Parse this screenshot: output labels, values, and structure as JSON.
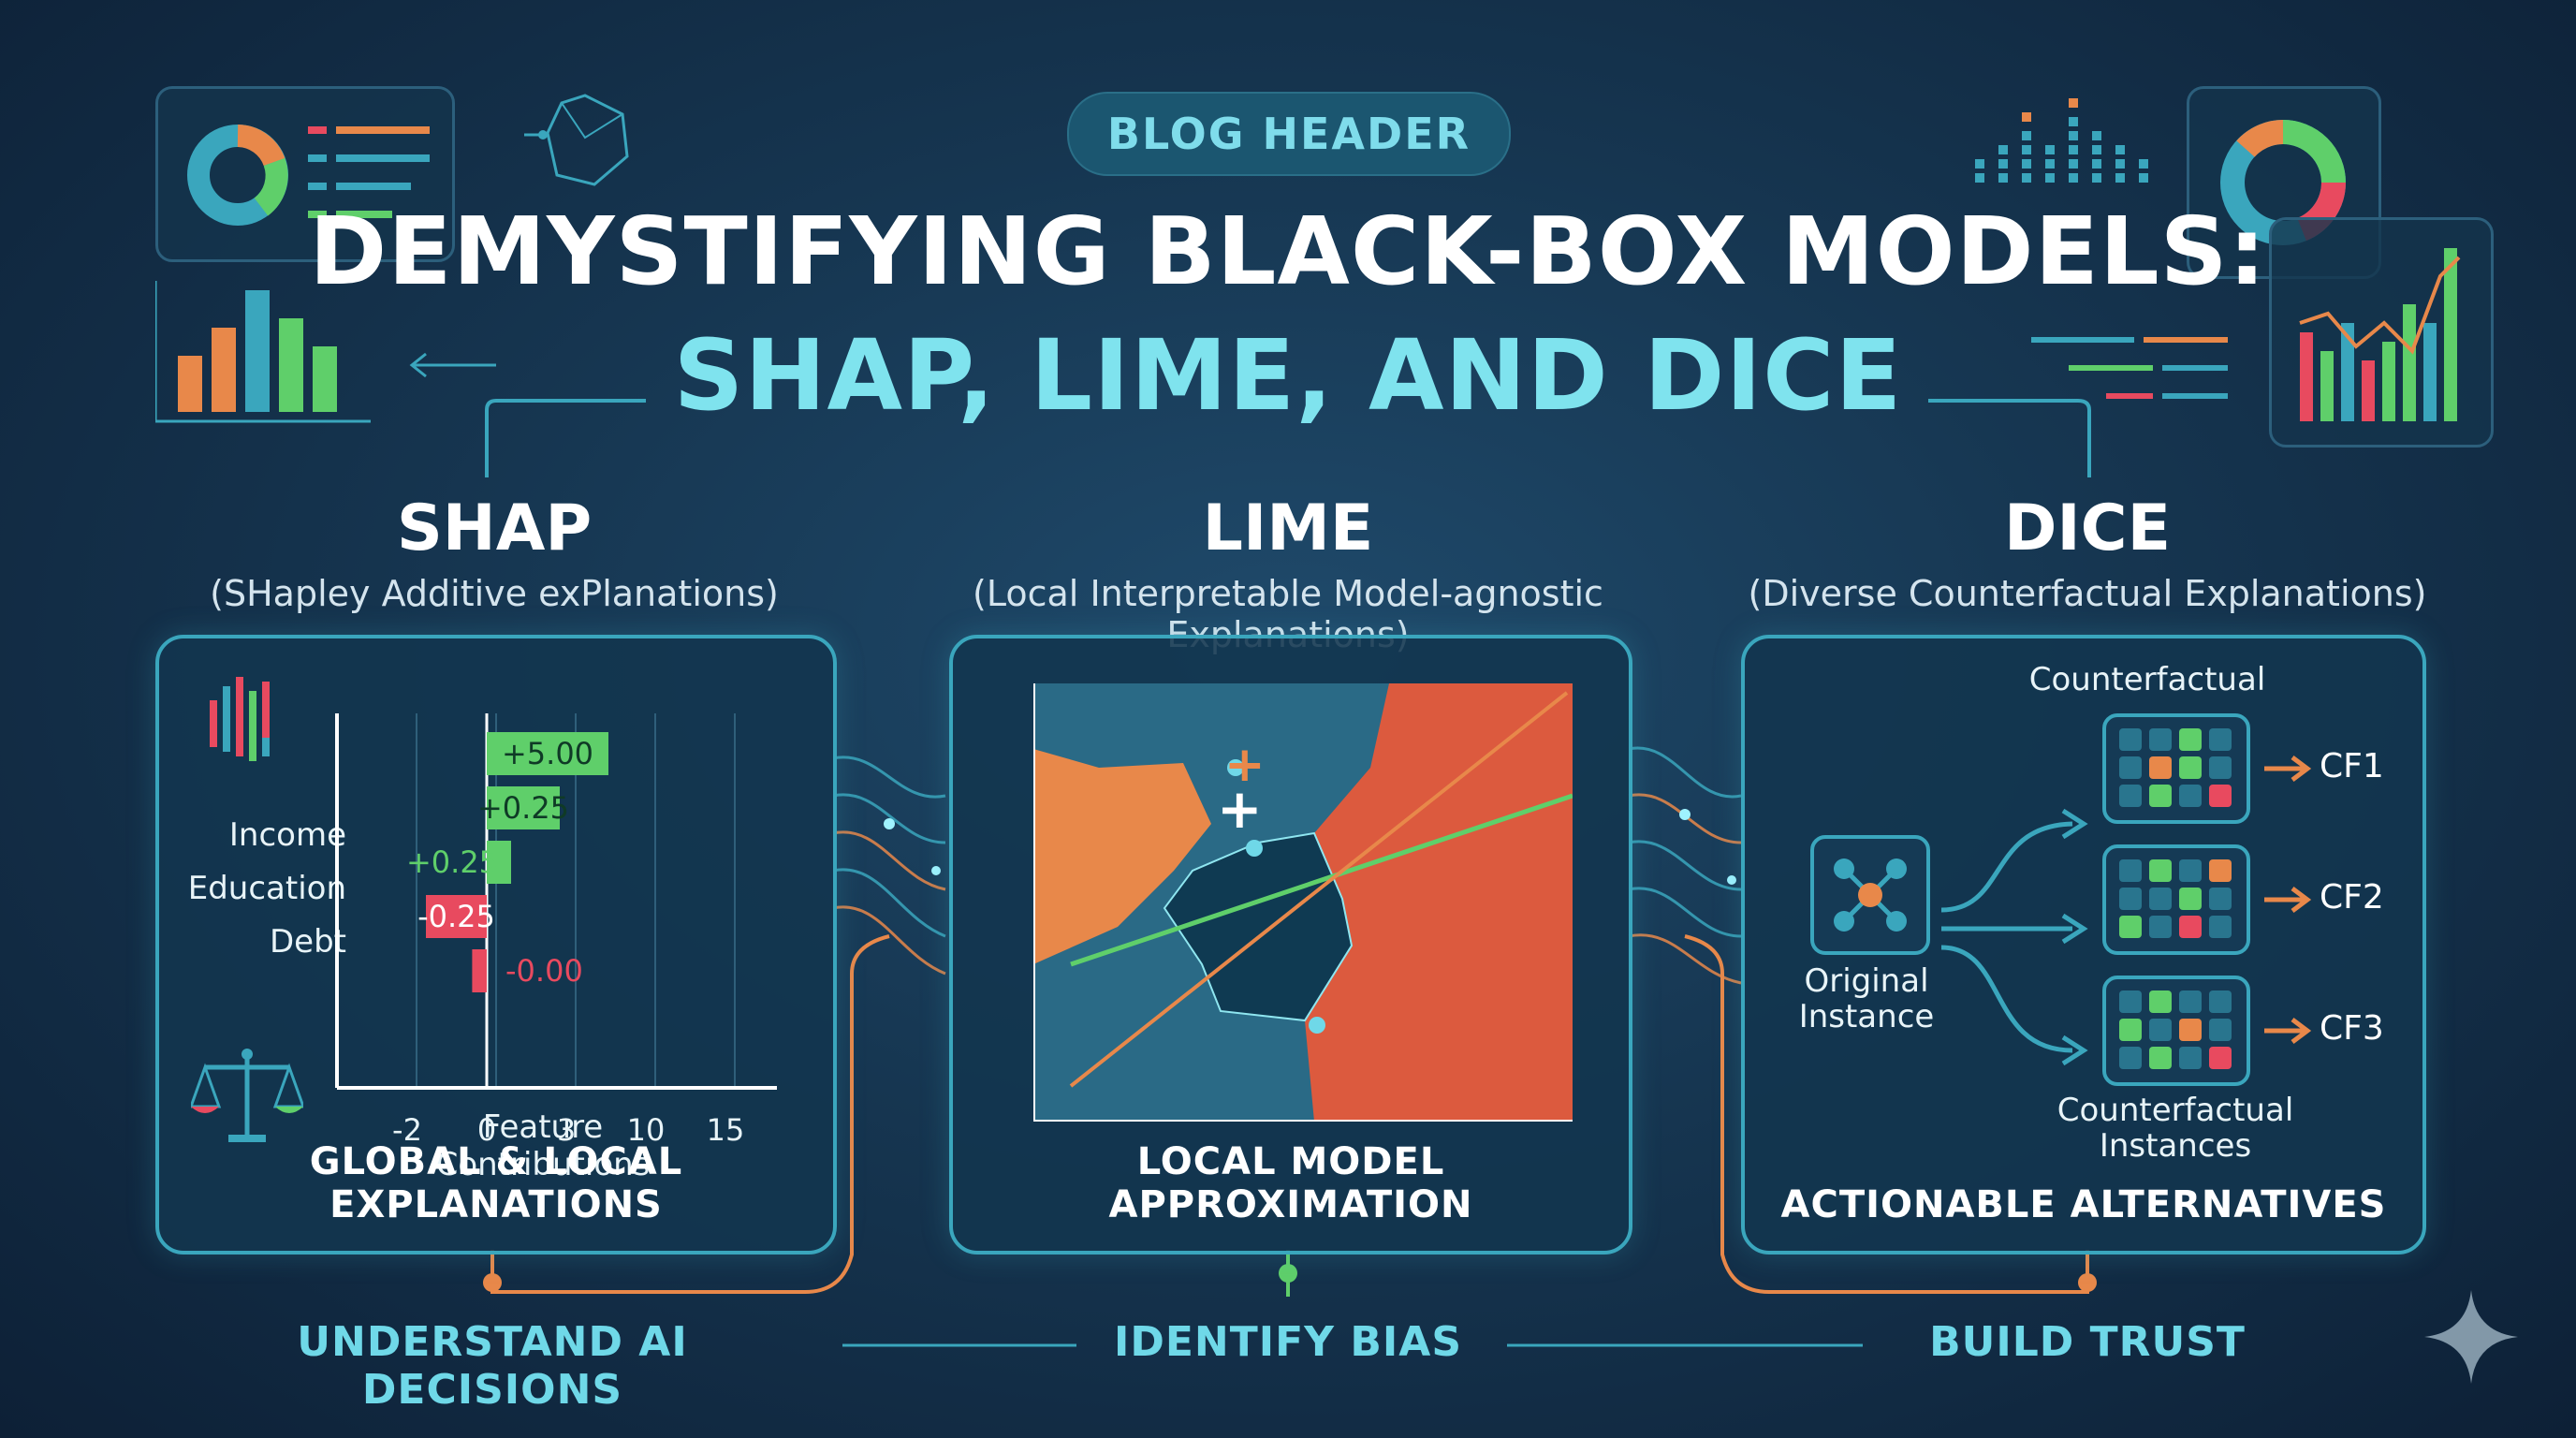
{
  "header": {
    "badge": "BLOG HEADER",
    "title_line1": "DEMYSTIFYING BLACK-BOX MODELS:",
    "title_line2": "SHAP, LIME, AND DICE"
  },
  "columns": {
    "shap": {
      "name": "SHAP",
      "subtitle": "(SHapley Additive exPlanations)",
      "caption": "GLOBAL & LOCAL EXPLANATIONS",
      "features": [
        "Income",
        "Education",
        "Debt"
      ],
      "bars": [
        {
          "label": "+5.00",
          "value": 5.0,
          "color": "#5fcf6a"
        },
        {
          "label": "+0.25",
          "value": 3.0,
          "color": "#5fcf6a"
        },
        {
          "label": "+0.25",
          "value": 1.0,
          "color": "#5fcf6a"
        },
        {
          "label": "-0.25",
          "value": -2.5,
          "color": "#e84a5f"
        },
        {
          "label": "-0.00",
          "value": -0.6,
          "color": "#e84a5f"
        }
      ],
      "ticks": [
        "-2",
        "0",
        "3",
        "10",
        "15"
      ],
      "xlabel": "Feature Contributions"
    },
    "lime": {
      "name": "LIME",
      "subtitle_line1": "(Local Interpretable Model-agnostic",
      "subtitle_line2": "Explanations)",
      "caption": "LOCAL MODEL APPROXIMATION",
      "plus_symbol": "+"
    },
    "dice": {
      "name": "DICE",
      "subtitle": "(Diverse Counterfactual Explanations)",
      "caption": "ACTIONABLE ALTERNATIVES",
      "counterfactual_label": "Counterfactual",
      "original_label_1": "Original",
      "original_label_2": "Instance",
      "cf_instances_1": "Counterfactual",
      "cf_instances_2": "Instances",
      "cfs": [
        "CF1",
        "CF2",
        "CF3"
      ]
    }
  },
  "bottom": {
    "left": "UNDERSTAND AI DECISIONS",
    "center": "IDENTIFY BIAS",
    "right": "BUILD TRUST"
  },
  "colors": {
    "accent_cyan": "#7fe3ee",
    "panel_border": "#3aa6bd",
    "orange": "#e8884a",
    "green": "#5fcf6a",
    "red": "#e84a5f"
  },
  "icons": [
    "donut-chart-icon",
    "polyhedron-icon",
    "bar-chart-icon",
    "scales-icon",
    "network-node-icon",
    "sparkle-icon"
  ]
}
